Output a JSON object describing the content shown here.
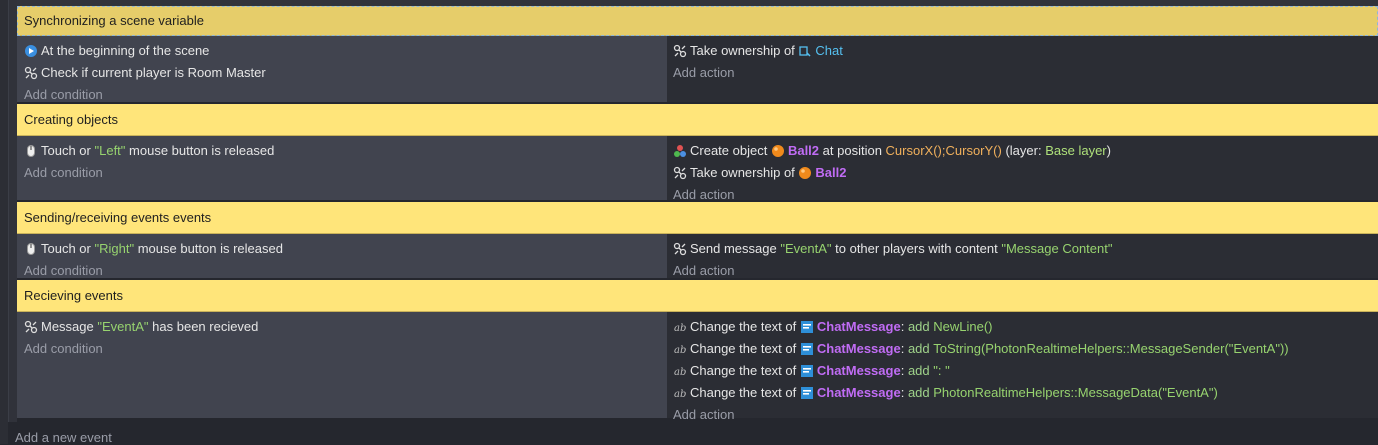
{
  "events": [
    {
      "comment": "Synchronizing a scene variable",
      "conditions": [
        "At the beginning of the scene",
        "Check if current player is Room Master"
      ],
      "add_condition": "Add condition",
      "actions": {
        "a1_prefix": "Take ownership of",
        "a1_object": "Chat"
      },
      "add_action": "Add action"
    },
    {
      "comment": "Creating objects",
      "conditions": {
        "c1_a": "Touch or",
        "c1_str": "\"Left\"",
        "c1_b": "mouse button is released"
      },
      "add_condition": "Add condition",
      "actions": {
        "a1_prefix": "Create object",
        "a1_object": "Ball2",
        "a1_mid": "at position",
        "a1_pos": "CursorX();CursorY()",
        "a1_layer_open": "(layer:",
        "a1_layer": "Base layer",
        "a1_layer_close": ")",
        "a2_prefix": "Take ownership of",
        "a2_object": "Ball2"
      },
      "add_action": "Add action"
    },
    {
      "comment": "Sending/receiving events events",
      "conditions": {
        "c1_a": "Touch or",
        "c1_str": "\"Right\"",
        "c1_b": "mouse button is released"
      },
      "add_condition": "Add condition",
      "actions": {
        "a1_prefix": "Send message",
        "a1_str": "\"EventA\"",
        "a1_mid": "to other players with content",
        "a1_str2": "\"Message Content\""
      },
      "add_action": "Add action"
    },
    {
      "comment": "Recieving events",
      "conditions": {
        "c1_a": "Message",
        "c1_str": "\"EventA\"",
        "c1_b": "has been recieved"
      },
      "add_condition": "Add condition",
      "actions": [
        {
          "prefix": "Change the text of",
          "object": "ChatMessage",
          "colon": ":",
          "op": "add",
          "value": "NewLine()"
        },
        {
          "prefix": "Change the text of",
          "object": "ChatMessage",
          "colon": ":",
          "op": "add",
          "value": "ToString(PhotonRealtimeHelpers::MessageSender(\"EventA\"))"
        },
        {
          "prefix": "Change the text of",
          "object": "ChatMessage",
          "colon": ":",
          "op": "add",
          "value": "\": \""
        },
        {
          "prefix": "Change the text of",
          "object": "ChatMessage",
          "colon": ":",
          "op": "add",
          "value": "PhotonRealtimeHelpers::MessageData(\"EventA\")"
        }
      ],
      "add_action": "Add action"
    }
  ],
  "add_new_event": "Add a new event",
  "icons": {
    "scene_start": "scene-start-icon",
    "multiplayer": "multiplayer-icon",
    "mouse": "mouse-icon",
    "create": "create-object-icon",
    "text": "text-icon",
    "scene_variable": "scene-variable-icon",
    "ball_sprite": "ball-sprite-icon",
    "text_object": "text-object-icon"
  }
}
